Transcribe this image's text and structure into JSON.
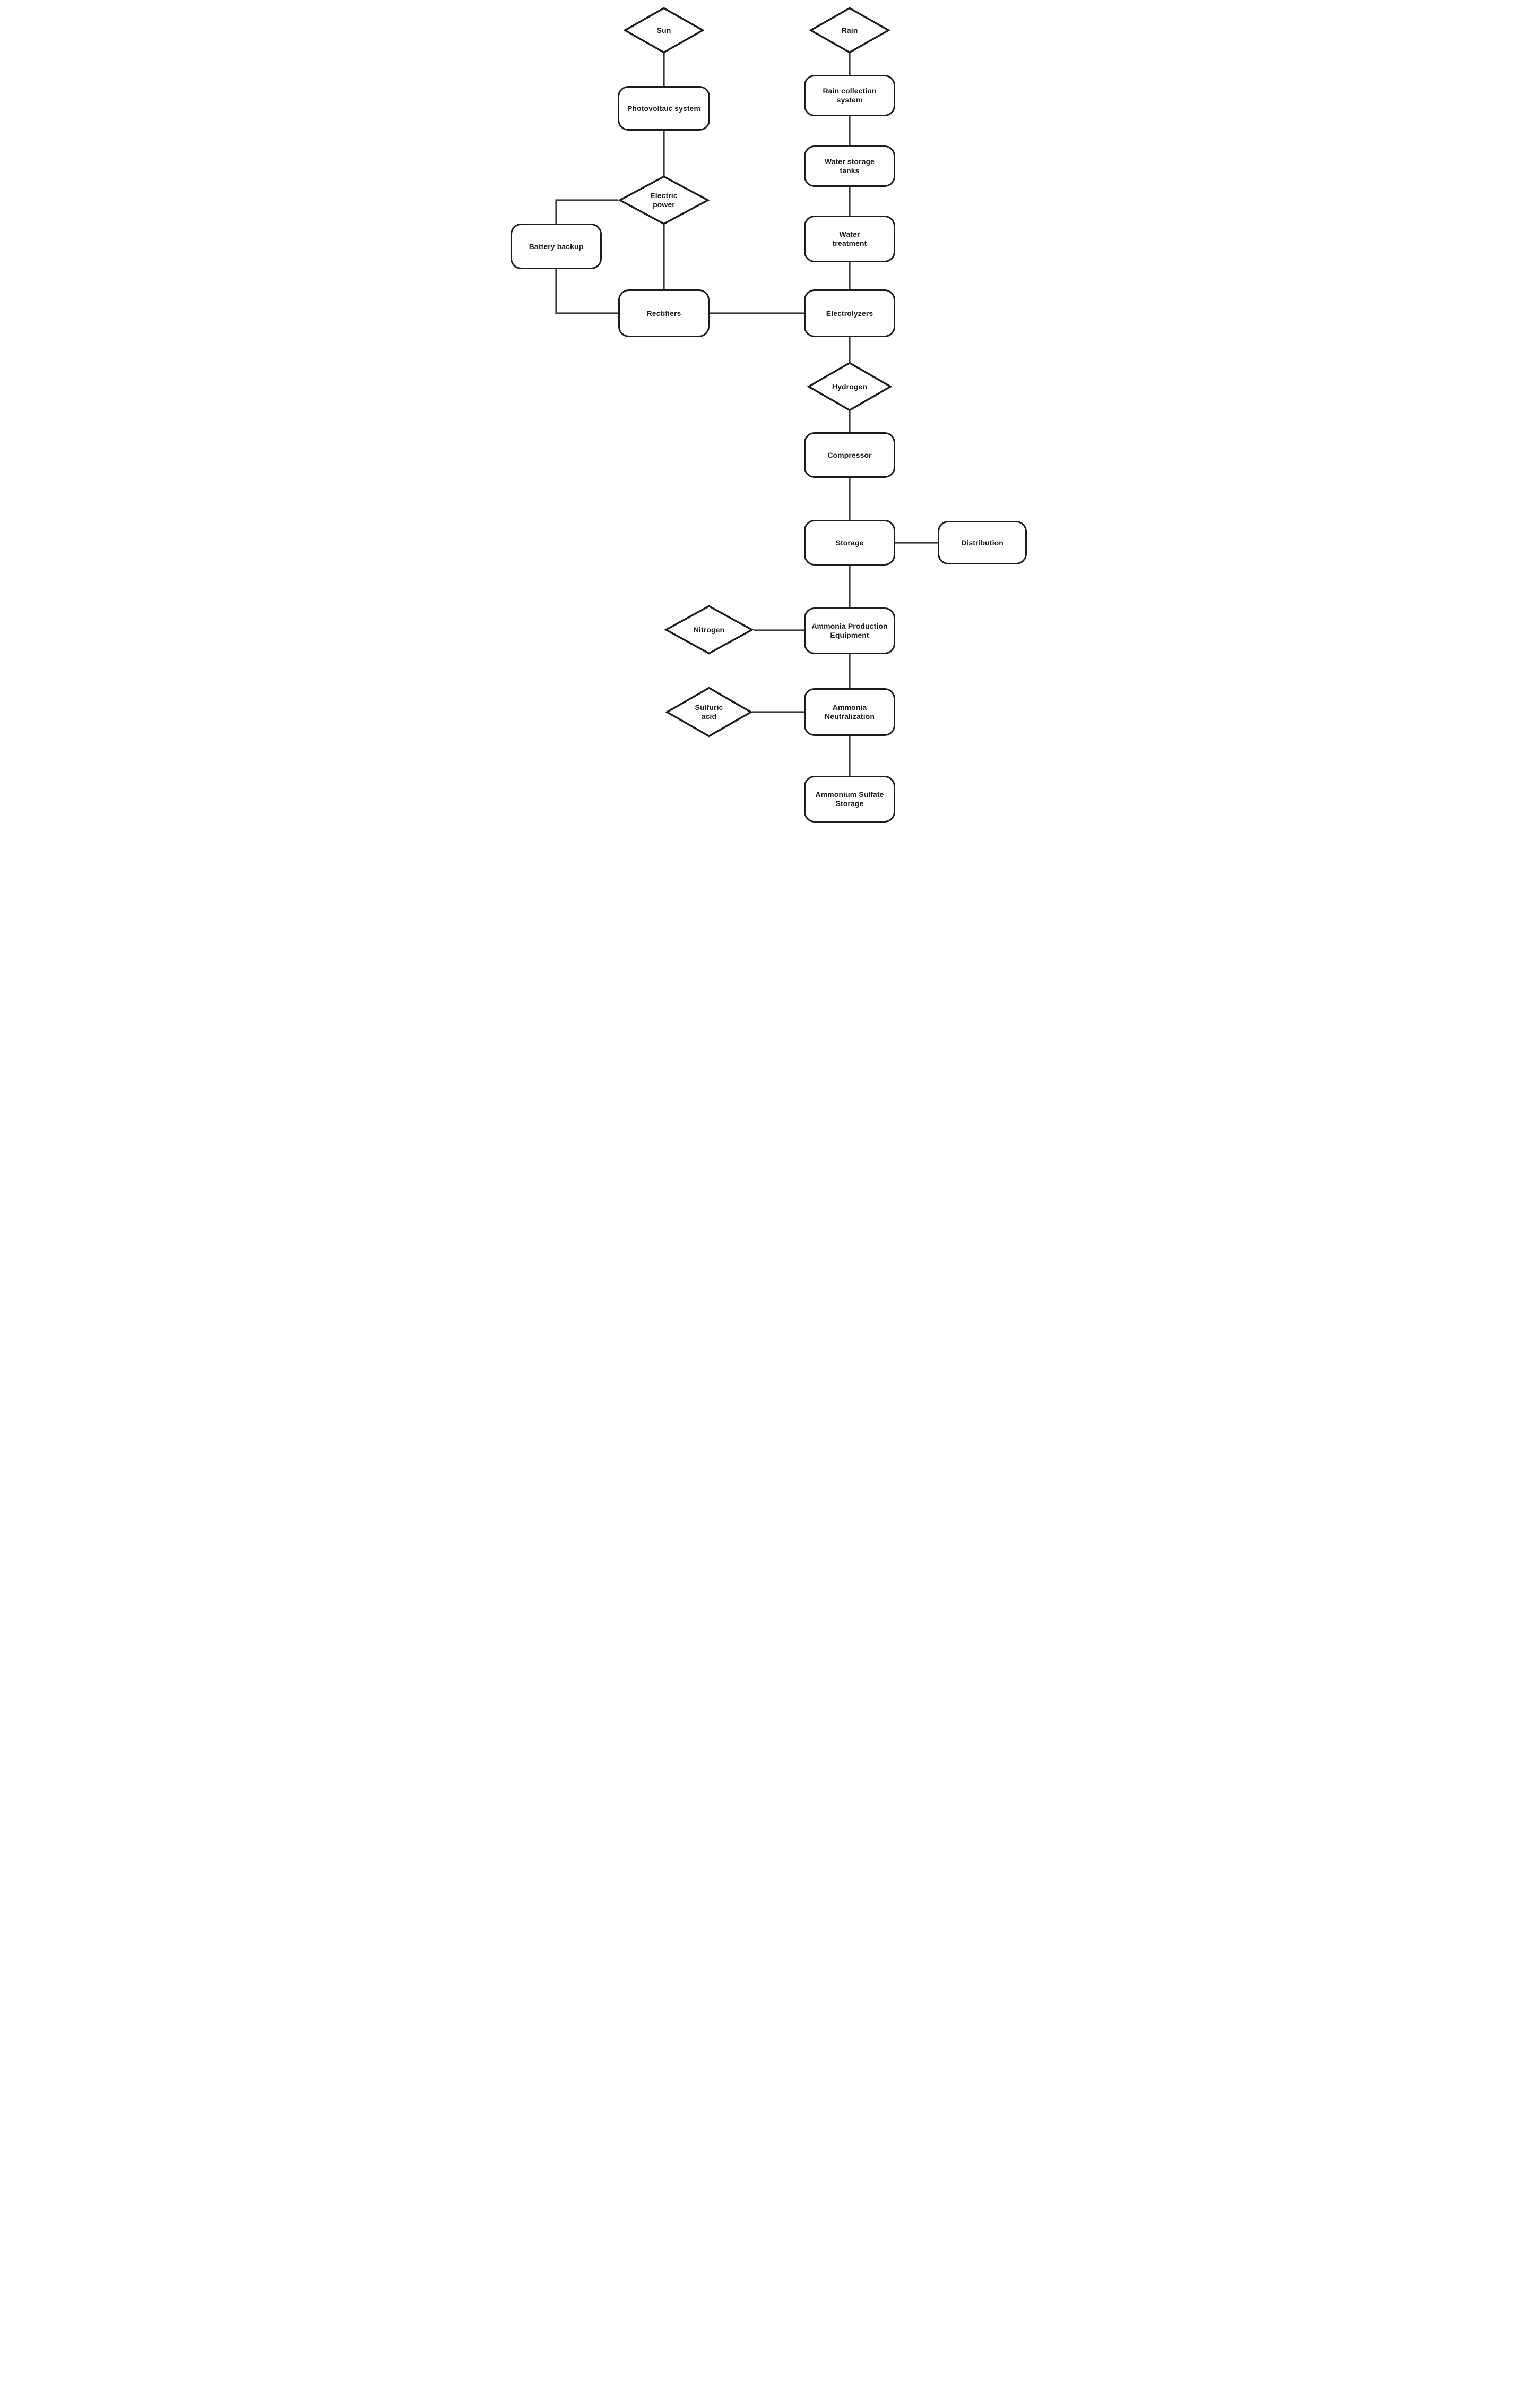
{
  "diagram": {
    "type": "flowchart",
    "colors": {
      "node_border": "#1c1c1e",
      "connector": "#3a3a3c",
      "node_fill": "#ffffff",
      "background": "#ffffff",
      "text": "#1c1c1e"
    },
    "nodes": {
      "sun": {
        "label": "Sun",
        "shape": "diamond"
      },
      "rain": {
        "label": "Rain",
        "shape": "diamond"
      },
      "photovoltaic_system": {
        "label": "Photovoltaic system",
        "shape": "process"
      },
      "rain_collection_system": {
        "label": "Rain collection system",
        "shape": "process"
      },
      "water_storage_tanks": {
        "label": "Water storage tanks",
        "shape": "process"
      },
      "electric_power": {
        "label": "Electric power",
        "shape": "diamond"
      },
      "battery_backup": {
        "label": "Battery backup",
        "shape": "process"
      },
      "water_treatment": {
        "label": "Water treatment",
        "shape": "process"
      },
      "rectifiers": {
        "label": "Rectifiers",
        "shape": "process"
      },
      "electrolyzers": {
        "label": "Electrolyzers",
        "shape": "process"
      },
      "hydrogen": {
        "label": "Hydrogen",
        "shape": "diamond"
      },
      "compressor": {
        "label": "Compressor",
        "shape": "process"
      },
      "storage": {
        "label": "Storage",
        "shape": "process"
      },
      "distribution": {
        "label": "Distribution",
        "shape": "process"
      },
      "nitrogen": {
        "label": "Nitrogen",
        "shape": "diamond"
      },
      "ammonia_production_equipment": {
        "label": "Ammonia Production Equipment",
        "shape": "process"
      },
      "sulfuric_acid": {
        "label": "Sulfuric acid",
        "shape": "diamond"
      },
      "ammonia_neutralization": {
        "label": "Ammonia Neutralization",
        "shape": "process"
      },
      "ammonium_sulfate_storage": {
        "label": "Ammonium Sulfate Storage",
        "shape": "process"
      }
    },
    "edges": [
      {
        "from": "sun",
        "to": "photovoltaic_system"
      },
      {
        "from": "photovoltaic_system",
        "to": "electric_power"
      },
      {
        "from": "electric_power",
        "to": "battery_backup"
      },
      {
        "from": "battery_backup",
        "to": "rectifiers"
      },
      {
        "from": "electric_power",
        "to": "rectifiers"
      },
      {
        "from": "rectifiers",
        "to": "electrolyzers"
      },
      {
        "from": "rain",
        "to": "rain_collection_system"
      },
      {
        "from": "rain_collection_system",
        "to": "water_storage_tanks"
      },
      {
        "from": "water_storage_tanks",
        "to": "water_treatment"
      },
      {
        "from": "water_treatment",
        "to": "electrolyzers"
      },
      {
        "from": "electrolyzers",
        "to": "hydrogen"
      },
      {
        "from": "hydrogen",
        "to": "compressor"
      },
      {
        "from": "compressor",
        "to": "storage"
      },
      {
        "from": "storage",
        "to": "distribution"
      },
      {
        "from": "storage",
        "to": "ammonia_production_equipment"
      },
      {
        "from": "nitrogen",
        "to": "ammonia_production_equipment"
      },
      {
        "from": "ammonia_production_equipment",
        "to": "ammonia_neutralization"
      },
      {
        "from": "sulfuric_acid",
        "to": "ammonia_neutralization"
      },
      {
        "from": "ammonia_neutralization",
        "to": "ammonium_sulfate_storage"
      }
    ]
  }
}
